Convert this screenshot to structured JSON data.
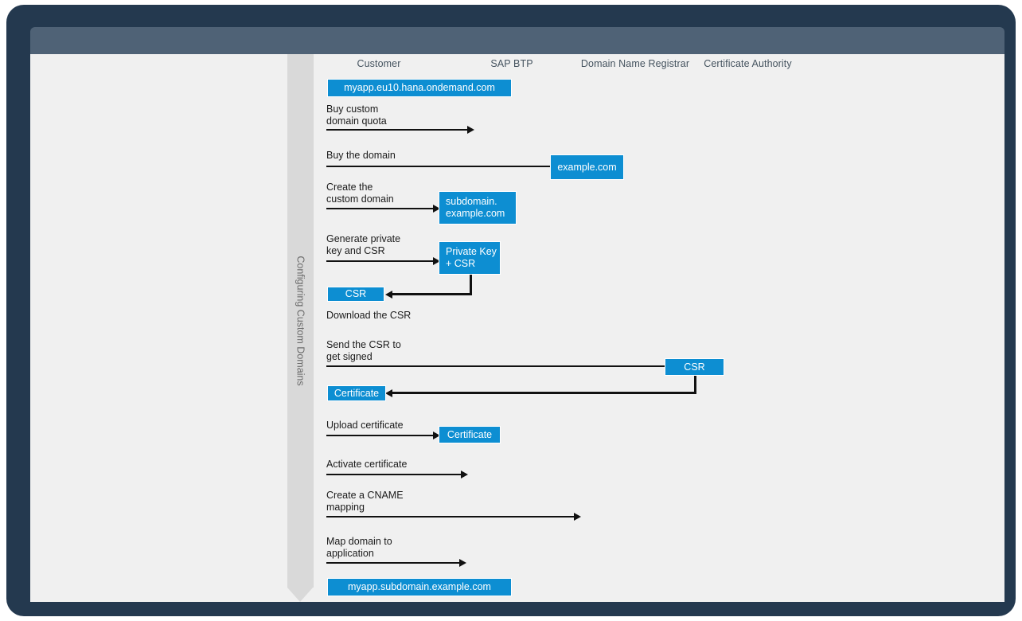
{
  "window": {
    "traffic_lights": [
      "close-dot",
      "minimize-dot",
      "maximize-dot"
    ]
  },
  "diagram": {
    "title": "Configuring Custom Domains",
    "phase_label": "Configuring Custom Domains",
    "lanes": [
      {
        "id": "customer",
        "label": "Customer"
      },
      {
        "id": "sap-btp",
        "label": "SAP BTP"
      },
      {
        "id": "domain-name-registrar",
        "label": "Domain Name Registrar"
      },
      {
        "id": "certificate-authority",
        "label": "Certificate Authority"
      }
    ],
    "boxes": [
      {
        "id": "app-url-initial",
        "text": "myapp.eu10.hana.ondemand.com",
        "lane": "customer"
      },
      {
        "id": "example-domain",
        "text": "example.com",
        "lane": "domain-name-registrar"
      },
      {
        "id": "custom-subdomain",
        "text": "subdomain.\nexample.com",
        "lane": "sap-btp"
      },
      {
        "id": "private-key-csr",
        "text": "Private Key\n+ CSR",
        "lane": "sap-btp"
      },
      {
        "id": "csr-downloaded",
        "text": "CSR",
        "lane": "customer"
      },
      {
        "id": "csr-sent",
        "text": "CSR",
        "lane": "certificate-authority"
      },
      {
        "id": "certificate-signed",
        "text": "Certificate",
        "lane": "customer"
      },
      {
        "id": "certificate-uploaded",
        "text": "Certificate",
        "lane": "sap-btp"
      },
      {
        "id": "app-url-final",
        "text": "myapp.subdomain.example.com",
        "lane": "customer"
      }
    ],
    "steps": [
      {
        "id": "buy-custom-domain-quota",
        "label": "Buy custom\ndomain quota",
        "from": "customer",
        "to": "sap-btp"
      },
      {
        "id": "buy-the-domain",
        "label": "Buy the domain",
        "from": "customer",
        "to": "domain-name-registrar"
      },
      {
        "id": "create-the-custom-domain",
        "label": "Create the\ncustom domain",
        "from": "customer",
        "to": "sap-btp"
      },
      {
        "id": "generate-private-key-and-csr",
        "label": "Generate private\nkey and CSR",
        "from": "customer",
        "to": "sap-btp"
      },
      {
        "id": "download-the-csr",
        "label": "Download the CSR",
        "from": "sap-btp",
        "to": "customer"
      },
      {
        "id": "send-the-csr-to-get-signed",
        "label": "Send the CSR to\nget signed",
        "from": "customer",
        "to": "certificate-authority"
      },
      {
        "id": "return-signed-certificate",
        "label": "",
        "from": "certificate-authority",
        "to": "customer"
      },
      {
        "id": "upload-certificate",
        "label": "Upload certificate",
        "from": "customer",
        "to": "sap-btp"
      },
      {
        "id": "activate-certificate",
        "label": "Activate certificate",
        "from": "customer",
        "to": "sap-btp"
      },
      {
        "id": "create-a-cname-mapping",
        "label": "Create a CNAME\nmapping",
        "from": "customer",
        "to": "domain-name-registrar"
      },
      {
        "id": "map-domain-to-application",
        "label": "Map domain to\napplication",
        "from": "customer",
        "to": "sap-btp"
      }
    ],
    "colors": {
      "accent_blue": "#0d8ed2",
      "lane_background": "#f0f0f0",
      "phase_band": "#d9d9d9",
      "frame_dark": "#24394f",
      "titlebar": "#4f6276",
      "connector": "#111111",
      "text": "#1b1b1b",
      "lane_header_text": "#45535f"
    }
  }
}
